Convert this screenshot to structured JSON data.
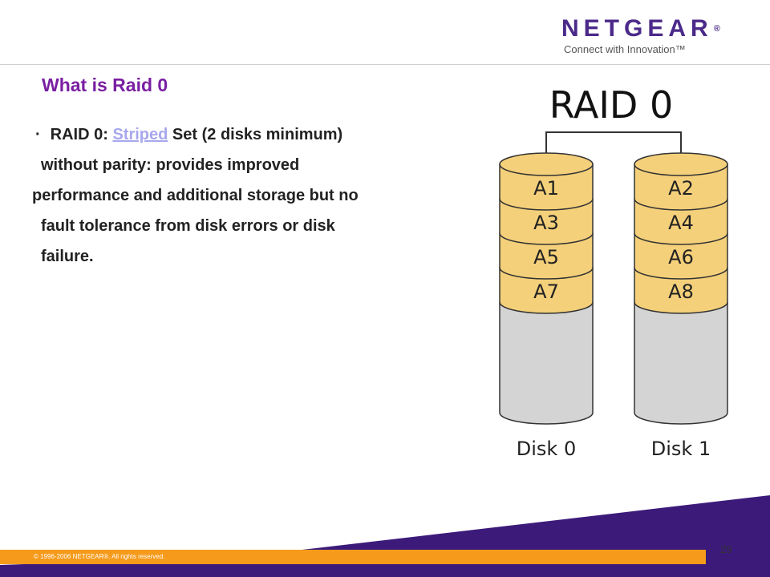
{
  "logo": {
    "word": "NETGEAR",
    "reg": "®",
    "tagline": "Connect with Innovation™"
  },
  "slide": {
    "title": "What is Raid 0",
    "bullet": "·",
    "line1_pre": "RAID 0: ",
    "line1_link": "Striped",
    "line1_post": " Set (2 disks minimum)",
    "line2": "without parity: provides improved",
    "line3": "performance and additional storage but no",
    "line4": "fault tolerance from disk errors or disk",
    "line5": "failure."
  },
  "diagram": {
    "title": "RAID 0",
    "disks": [
      {
        "label": "Disk 0",
        "blocks": [
          "A1",
          "A3",
          "A5",
          "A7"
        ]
      },
      {
        "label": "Disk 1",
        "blocks": [
          "A2",
          "A4",
          "A6",
          "A8"
        ]
      }
    ]
  },
  "footer": {
    "copyright": "© 1996-2006 NETGEAR®. All rights reserved.",
    "page": "29"
  },
  "colors": {
    "brand_purple": "#4b2a8a",
    "footer_orange": "#f59a1a",
    "block_fill": "#f5d07a",
    "disk_fill": "#d4d4d4"
  }
}
